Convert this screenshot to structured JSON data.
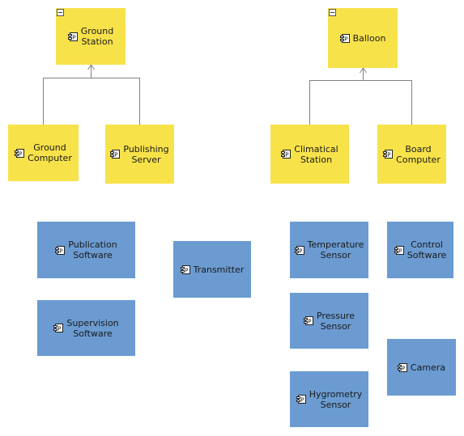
{
  "nodes": {
    "ground_station": {
      "label": "Ground\nStation",
      "stereotype_icon": "component-icon",
      "collapsed": false
    },
    "ground_computer": {
      "label": "Ground\nComputer",
      "stereotype_icon": "component-icon"
    },
    "publishing_server": {
      "label": "Publishing\nServer",
      "stereotype_icon": "component-icon"
    },
    "balloon": {
      "label": "Balloon",
      "stereotype_icon": "component-icon",
      "collapsed": false
    },
    "climatical_station": {
      "label": "Climatical\nStation",
      "stereotype_icon": "component-icon"
    },
    "board_computer": {
      "label": "Board\nComputer",
      "stereotype_icon": "component-icon"
    },
    "publication_software": {
      "label": "Publication\nSoftware",
      "stereotype_icon": "component-icon"
    },
    "supervision_software": {
      "label": "Supervision\nSoftware",
      "stereotype_icon": "component-icon"
    },
    "transmitter": {
      "label": "Transmitter",
      "stereotype_icon": "component-icon"
    },
    "temperature_sensor": {
      "label": "Temperature\nSensor",
      "stereotype_icon": "component-icon"
    },
    "control_software": {
      "label": "Control\nSoftware",
      "stereotype_icon": "component-icon"
    },
    "pressure_sensor": {
      "label": "Pressure\nSensor",
      "stereotype_icon": "component-icon"
    },
    "camera": {
      "label": "Camera",
      "stereotype_icon": "component-icon"
    },
    "hygrometry_sensor": {
      "label": "Hygrometry\nSensor",
      "stereotype_icon": "component-icon"
    }
  },
  "colors": {
    "part_container": "#f7e24a",
    "part_leaf": "#6b9bd1",
    "edge": "#808080"
  },
  "edges": [
    {
      "from": "ground_computer",
      "to": "ground_station",
      "type": "generalization"
    },
    {
      "from": "publishing_server",
      "to": "ground_station",
      "type": "generalization"
    },
    {
      "from": "climatical_station",
      "to": "balloon",
      "type": "generalization"
    },
    {
      "from": "board_computer",
      "to": "balloon",
      "type": "generalization"
    }
  ]
}
